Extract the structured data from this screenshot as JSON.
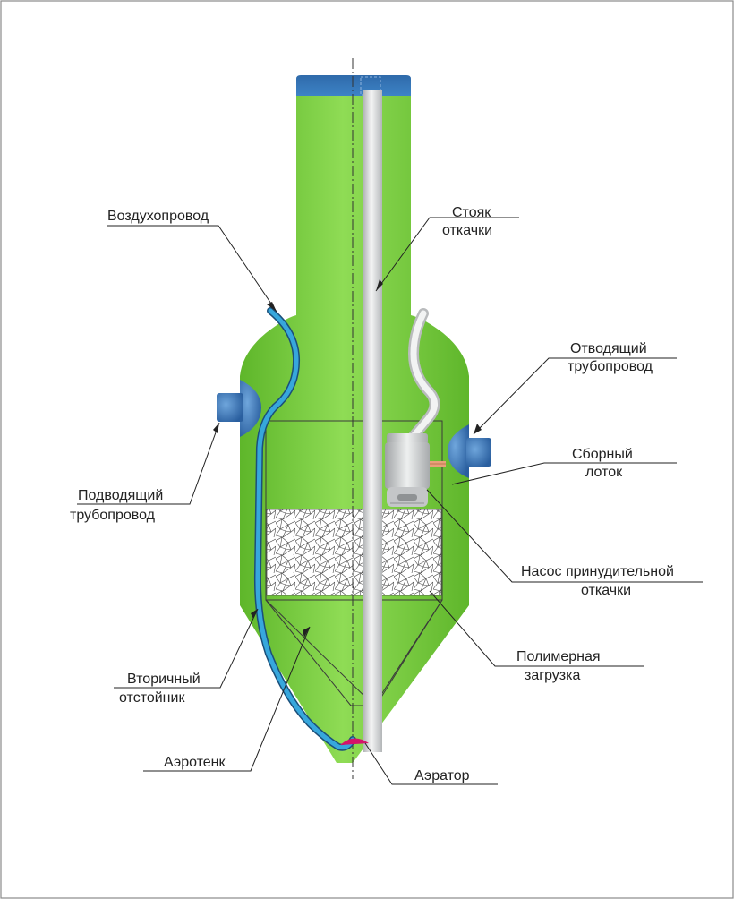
{
  "labels": {
    "air_pipe": "Воздухопровод",
    "riser_l1": "Стояк",
    "riser_l2": "откачки",
    "outlet_l1": "Отводящий",
    "outlet_l2": "трубопровод",
    "tray_l1": "Сборный",
    "tray_l2": "лоток",
    "inlet_l1": "Подводящий",
    "inlet_l2": "трубопровод",
    "pump_l1": "Насос принудительной",
    "pump_l2": "откачки",
    "media_l1": "Полимерная",
    "media_l2": "загрузка",
    "clarifier_l1": "Вторичный",
    "clarifier_l2": "отстойник",
    "aerotank": "Аэротенк",
    "aerator": "Аэратор"
  },
  "colors": {
    "body_green": "#76cc3c",
    "cap_blue": "#3575b8",
    "air_pipe_blue": "#37a7dc",
    "riser_grey": "#d8dadb",
    "aerator_magenta": "#d4146a",
    "pump_grey": "#c9cbcc",
    "leader": "#222222",
    "frame": "#8a8a8a"
  }
}
